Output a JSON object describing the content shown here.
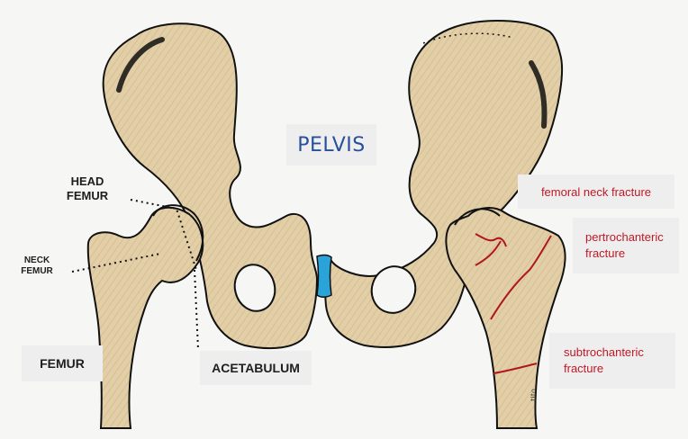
{
  "title": "PELVIS",
  "labels": {
    "head_femur": "HEAD\nFEMUR",
    "neck_femur": "NECK\nFEMUR",
    "femur": "FEMUR",
    "acetabulum": "ACETABULUM"
  },
  "fractures": {
    "femoral_neck": "femoral neck fracture",
    "pertrochanteric": "pertrochanteric\nfracture",
    "subtrochanteric": "subtrochanteric\nfracture"
  },
  "signature": "tito",
  "colors": {
    "bone": "#e2cfa8",
    "outline": "#111111",
    "symphysis": "#2aa3d8",
    "fracture": "#b01622",
    "title": "#2a4f9a"
  }
}
